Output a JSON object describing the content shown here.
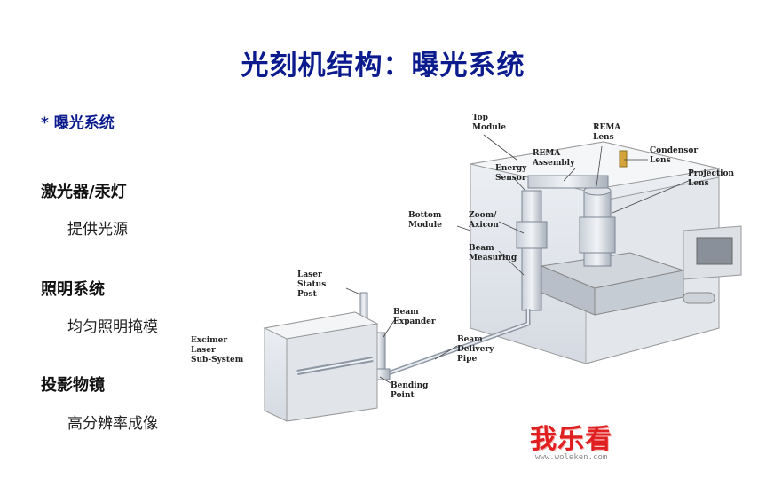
{
  "title": "光刻机结构：曝光系统",
  "bullet": "* 曝光系统",
  "sections": [
    {
      "heading": "激光器/汞灯",
      "sub": "提供光源"
    },
    {
      "heading": "照明系统",
      "sub": "均匀照明掩模"
    },
    {
      "heading": "投影物镜",
      "sub": "高分辨率成像"
    }
  ],
  "diagram": {
    "labels": {
      "top_module": [
        "Top",
        "Module"
      ],
      "rema_lens": [
        "REMA",
        "Lens"
      ],
      "rema_assembly": [
        "REMA",
        "Assembly"
      ],
      "energy_sensor": [
        "Energy",
        "Sensor"
      ],
      "condensor_lens": [
        "Condensor",
        "Lens"
      ],
      "projection_lens": [
        "Projection",
        "Lens"
      ],
      "bottom_module": [
        "Bottom",
        "Module"
      ],
      "zoom_axicon": [
        "Zoom/",
        "Axicon"
      ],
      "beam_measuring": [
        "Beam",
        "Measuring"
      ],
      "laser_status_post": [
        "Laser",
        "Status",
        "Post"
      ],
      "beam_expander": [
        "Beam",
        "Expander"
      ],
      "beam_delivery_pipe": [
        "Beam",
        "Delivery",
        "Pipe"
      ],
      "excimer_laser": [
        "Excimer",
        "Laser",
        "Sub-System"
      ],
      "bending_point": [
        "Bending",
        "Point"
      ]
    }
  },
  "watermark": {
    "main": "我乐看",
    "url": "www.woleken.com"
  },
  "colors": {
    "title": "#0b1a8c",
    "watermark": "#e02020"
  }
}
